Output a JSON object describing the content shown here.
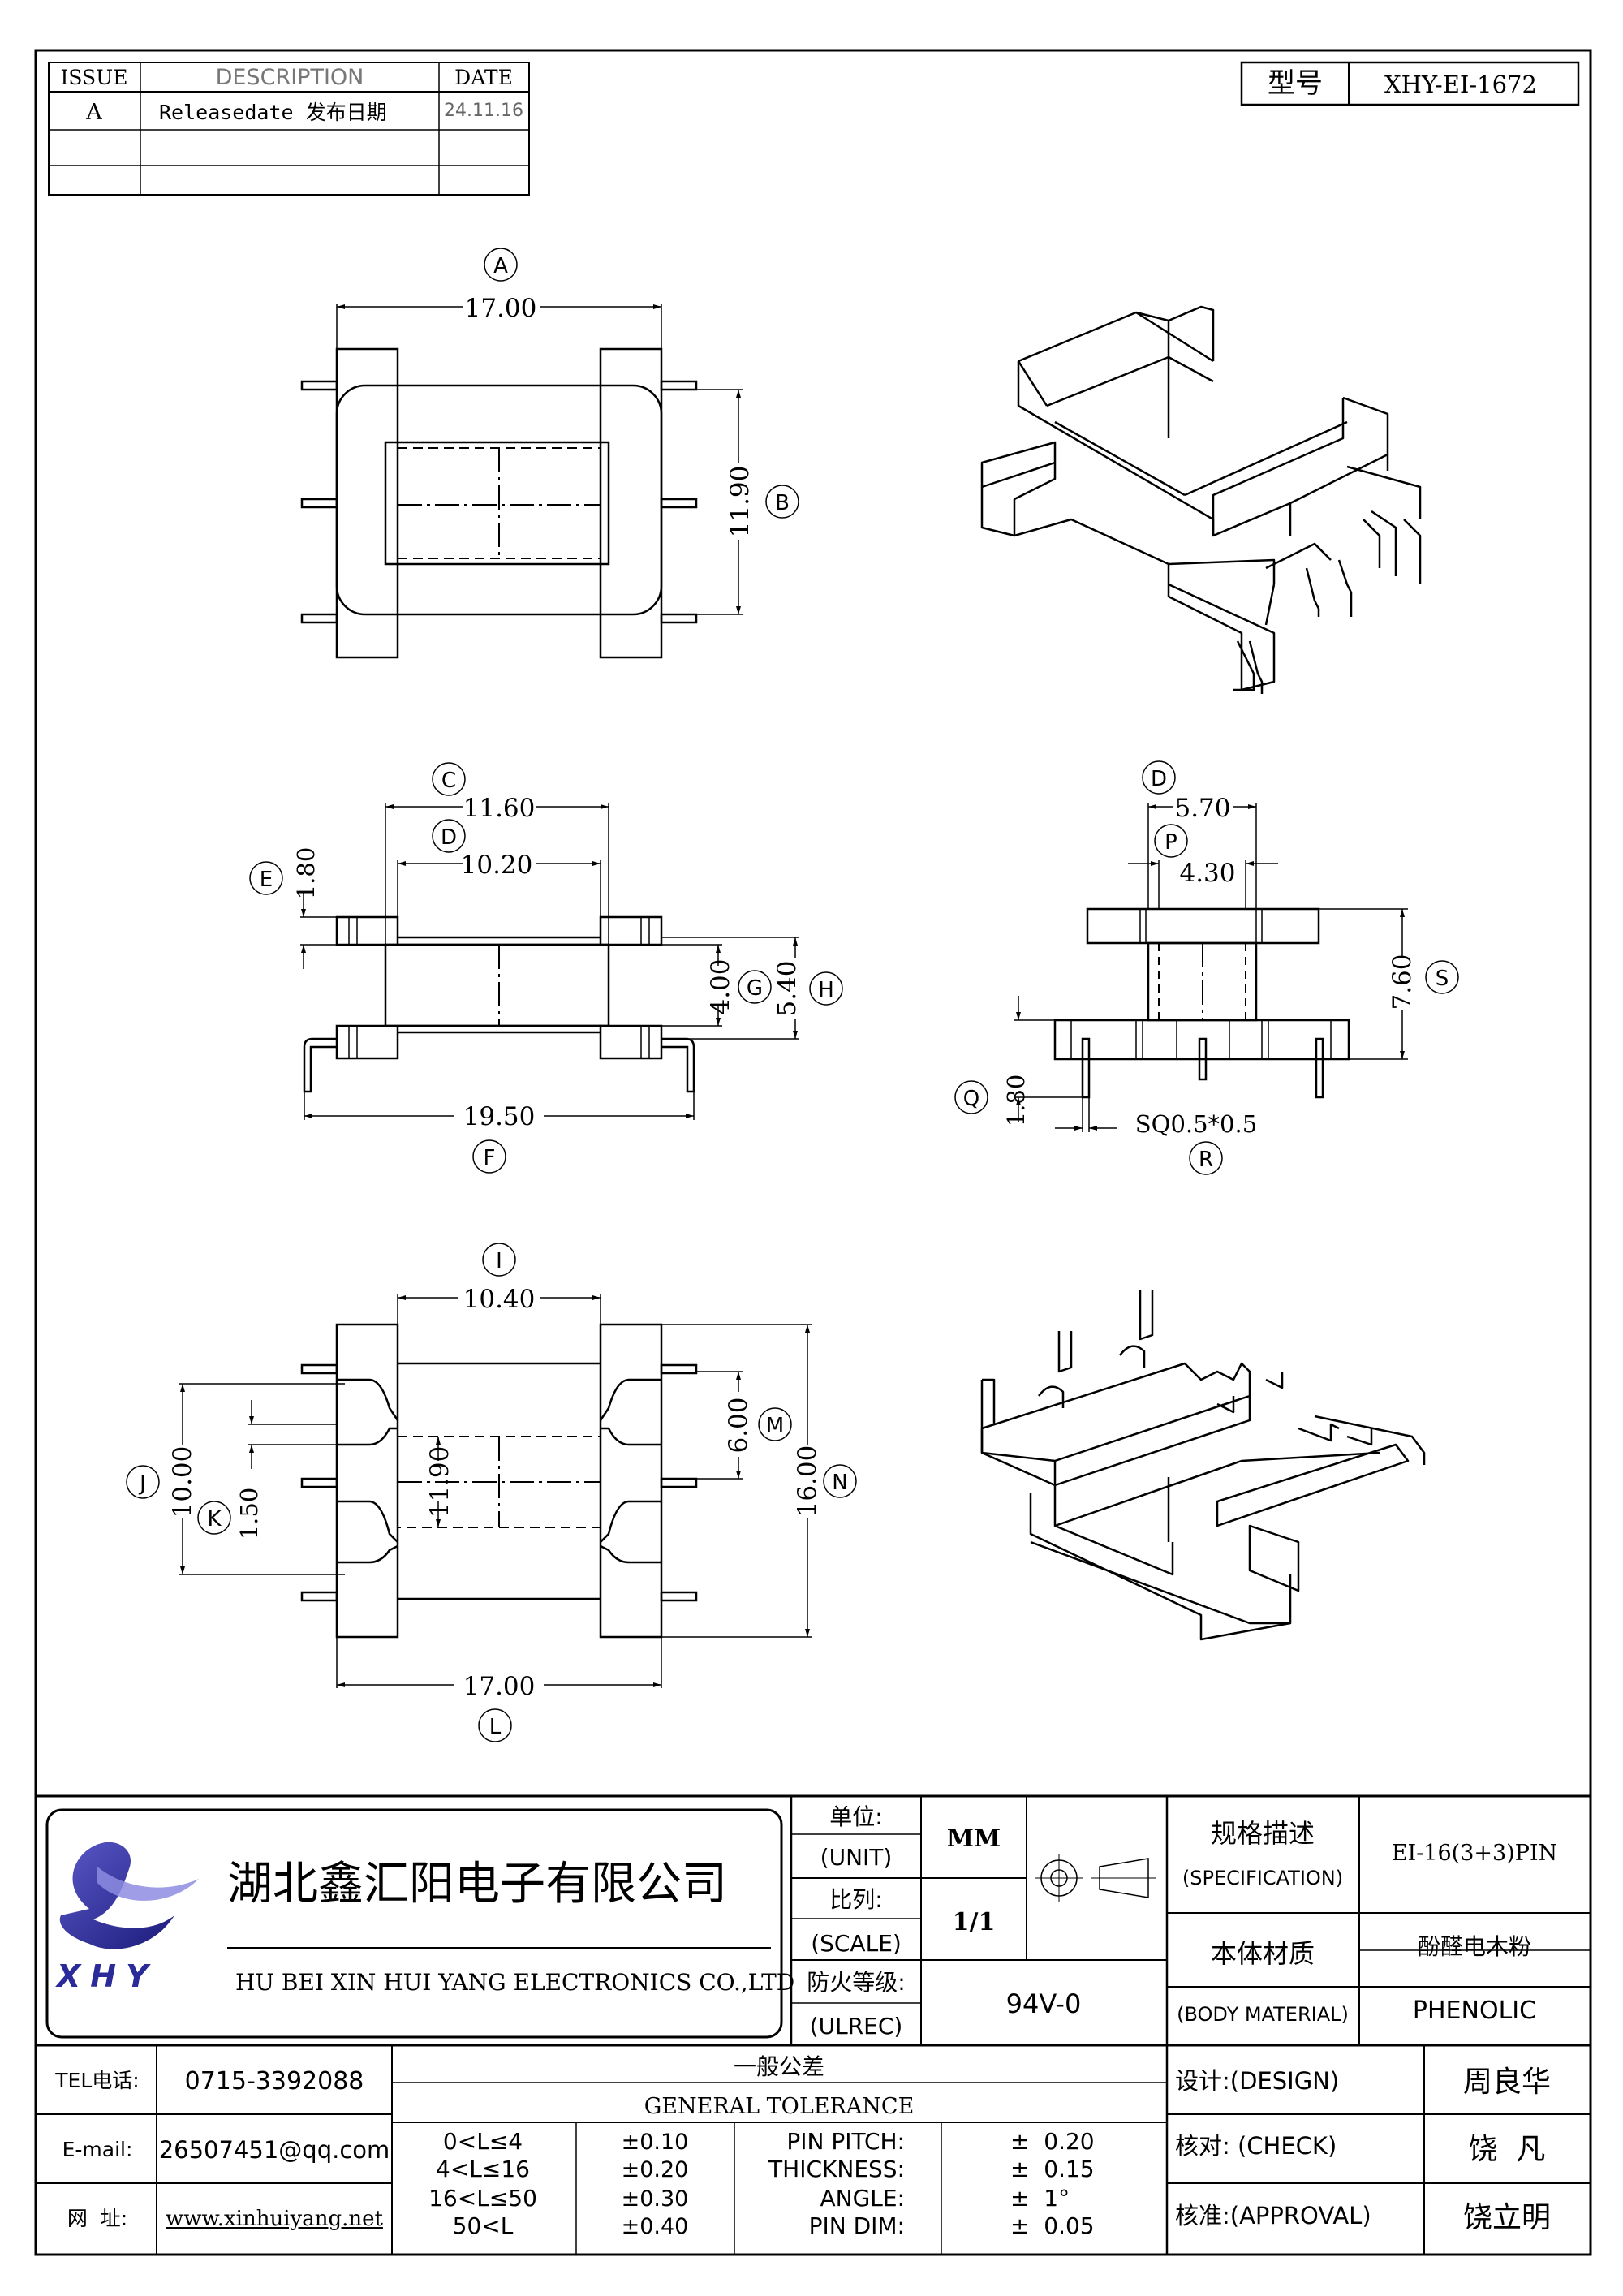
{
  "revision_table": {
    "headers": {
      "issue": "ISSUE",
      "description": "DESCRIPTION",
      "date": "DATE"
    },
    "rows": [
      {
        "issue": "A",
        "description": "Releasedate 发布日期",
        "date": "24.11.16"
      }
    ]
  },
  "model": {
    "label": "型号",
    "value": "XHY-EI-1672"
  },
  "dimensions": {
    "A": {
      "tag": "A",
      "value": "17.00"
    },
    "B": {
      "tag": "B",
      "value": "11.90"
    },
    "C": {
      "tag": "C",
      "value": "11.60"
    },
    "D": {
      "tag": "D",
      "value": "10.20"
    },
    "E": {
      "tag": "E",
      "value": "1.80"
    },
    "F": {
      "tag": "F",
      "value": "19.50"
    },
    "G": {
      "tag": "G",
      "value": "4.00"
    },
    "H": {
      "tag": "H",
      "value": "5.40"
    },
    "D2": {
      "tag": "D",
      "value": "5.70"
    },
    "P": {
      "tag": "P",
      "value": "4.30"
    },
    "S": {
      "tag": "S",
      "value": "7.60"
    },
    "Q": {
      "tag": "Q",
      "value": "1.80"
    },
    "R": {
      "tag": "R",
      "value": "SQ0.5*0.5"
    },
    "I": {
      "tag": "I",
      "value": "10.40"
    },
    "M": {
      "tag": "M",
      "value": "6.00"
    },
    "J": {
      "tag": "J",
      "value": "10.00"
    },
    "K": {
      "tag": "K",
      "value": "1.50"
    },
    "B2": {
      "value": "11.90"
    },
    "N": {
      "tag": "N",
      "value": "16.00"
    },
    "L": {
      "tag": "L",
      "value": "17.00"
    }
  },
  "company": {
    "name_cn": "湖北鑫汇阳电子有限公司",
    "name_en": "HU BEI XIN HUI YANG ELECTRONICS CO.,LTD",
    "logo_text": "XHY"
  },
  "title_block": {
    "unit": {
      "cn": "单位:",
      "en": "(UNIT)",
      "value": "MM"
    },
    "scale": {
      "cn": "比列:",
      "en": "(SCALE)",
      "value": "1/1"
    },
    "ulrec": {
      "cn": "防火等级:",
      "en": "(ULREC)",
      "value": "94V-0"
    },
    "specification": {
      "cn": "规格描述",
      "en": "(SPECIFICATION)",
      "value": "EI-16(3+3)PIN"
    },
    "material": {
      "cn": "本体材质",
      "en": "(BODY MATERIAL)",
      "value_cn": "酚醛电木粉",
      "value_en": "PHENOLIC"
    }
  },
  "contact": {
    "tel": {
      "label": "TEL电话:",
      "value": "0715-3392088"
    },
    "email": {
      "label": "E-mail:",
      "value": "26507451@qq.com"
    },
    "web": {
      "label": "网  址:",
      "value": "www.xinhuiyang.net"
    }
  },
  "tolerance": {
    "title_cn": "一般公差",
    "title_en": "GENERAL TOLERANCE",
    "ranges": [
      {
        "range": "0<L≤4",
        "tol": "±0.10"
      },
      {
        "range": "4<L≤16",
        "tol": "±0.20"
      },
      {
        "range": "16<L≤50",
        "tol": "±0.30"
      },
      {
        "range": "50<L",
        "tol": "±0.40"
      }
    ],
    "others": [
      {
        "label": "PIN PITCH:",
        "tol": "±  0.20"
      },
      {
        "label": "THICKNESS:",
        "tol": "±  0.15"
      },
      {
        "label": "ANGLE:",
        "tol": "±  1°"
      },
      {
        "label": "PIN DIM:",
        "tol": "±  0.05"
      }
    ]
  },
  "approvals": {
    "design": {
      "label": "设计:(DESIGN)",
      "name": "周良华"
    },
    "check": {
      "label": "核对: (CHECK)",
      "name": "饶  凡"
    },
    "approval": {
      "label": "核准:(APPROVAL)",
      "name": "饶立明"
    }
  }
}
